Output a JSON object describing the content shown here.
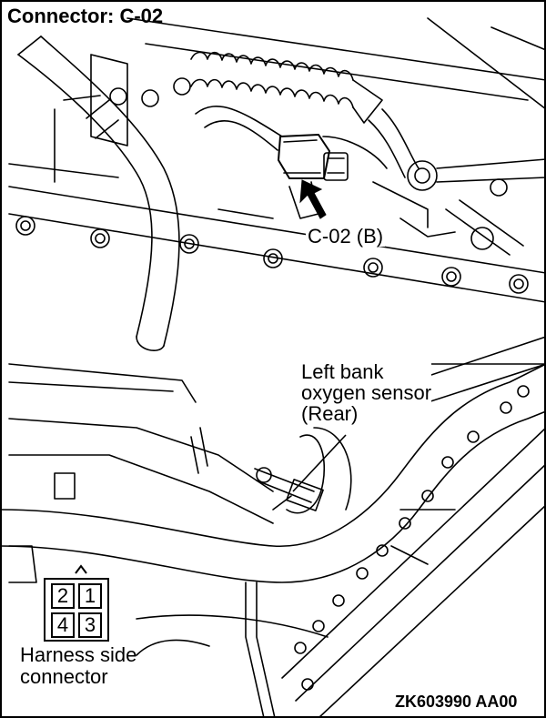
{
  "title": "Connector: C-02",
  "callout_connector": "C-02 (B)",
  "callout_sensor": [
    "Left bank",
    "oxygen sensor",
    "(Rear)"
  ],
  "connector_pins": [
    "2",
    "1",
    "4",
    "3"
  ],
  "harness_label": [
    "Harness side",
    "connector"
  ],
  "figure_id": "ZK603990 AA00"
}
